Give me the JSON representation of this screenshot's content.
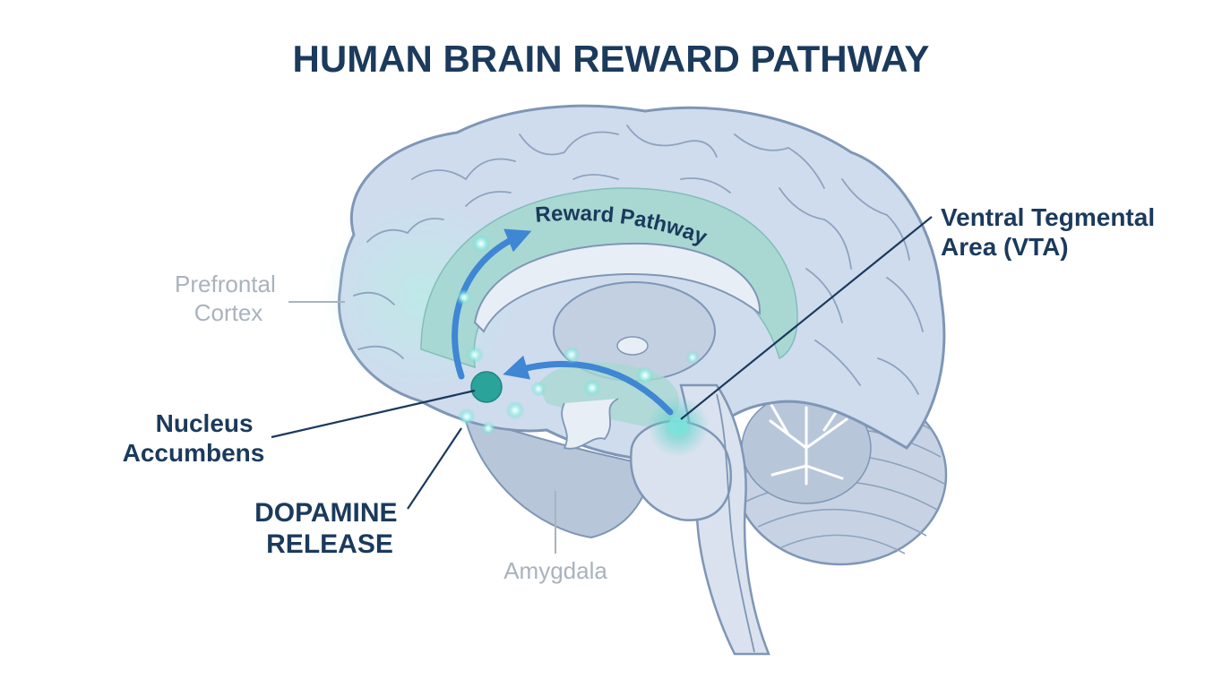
{
  "title": "HUMAN BRAIN REWARD PATHWAY",
  "pathway_label": "Reward Pathway",
  "labels": {
    "prefrontal": [
      "Prefrontal",
      "Cortex"
    ],
    "vta": [
      "Ventral Tegmental",
      "Area (VTA)"
    ],
    "nucleus": [
      "Nucleus",
      "Accumbens"
    ],
    "dopamine": [
      "DOPAMINE",
      "RELEASE"
    ],
    "amygdala": "Amygdala"
  },
  "colors": {
    "title": "#1b3a5c",
    "label_dark": "#1b3a5c",
    "label_muted": "#a9b3bd",
    "cortex_fill": "#cfdcee",
    "cortex_stroke": "#7f96b5",
    "pathway_fill": "#a7d8d2",
    "arrow": "#3f86d4",
    "glow": "#7fe3dc",
    "nucleus_fill": "#2aa39a"
  }
}
